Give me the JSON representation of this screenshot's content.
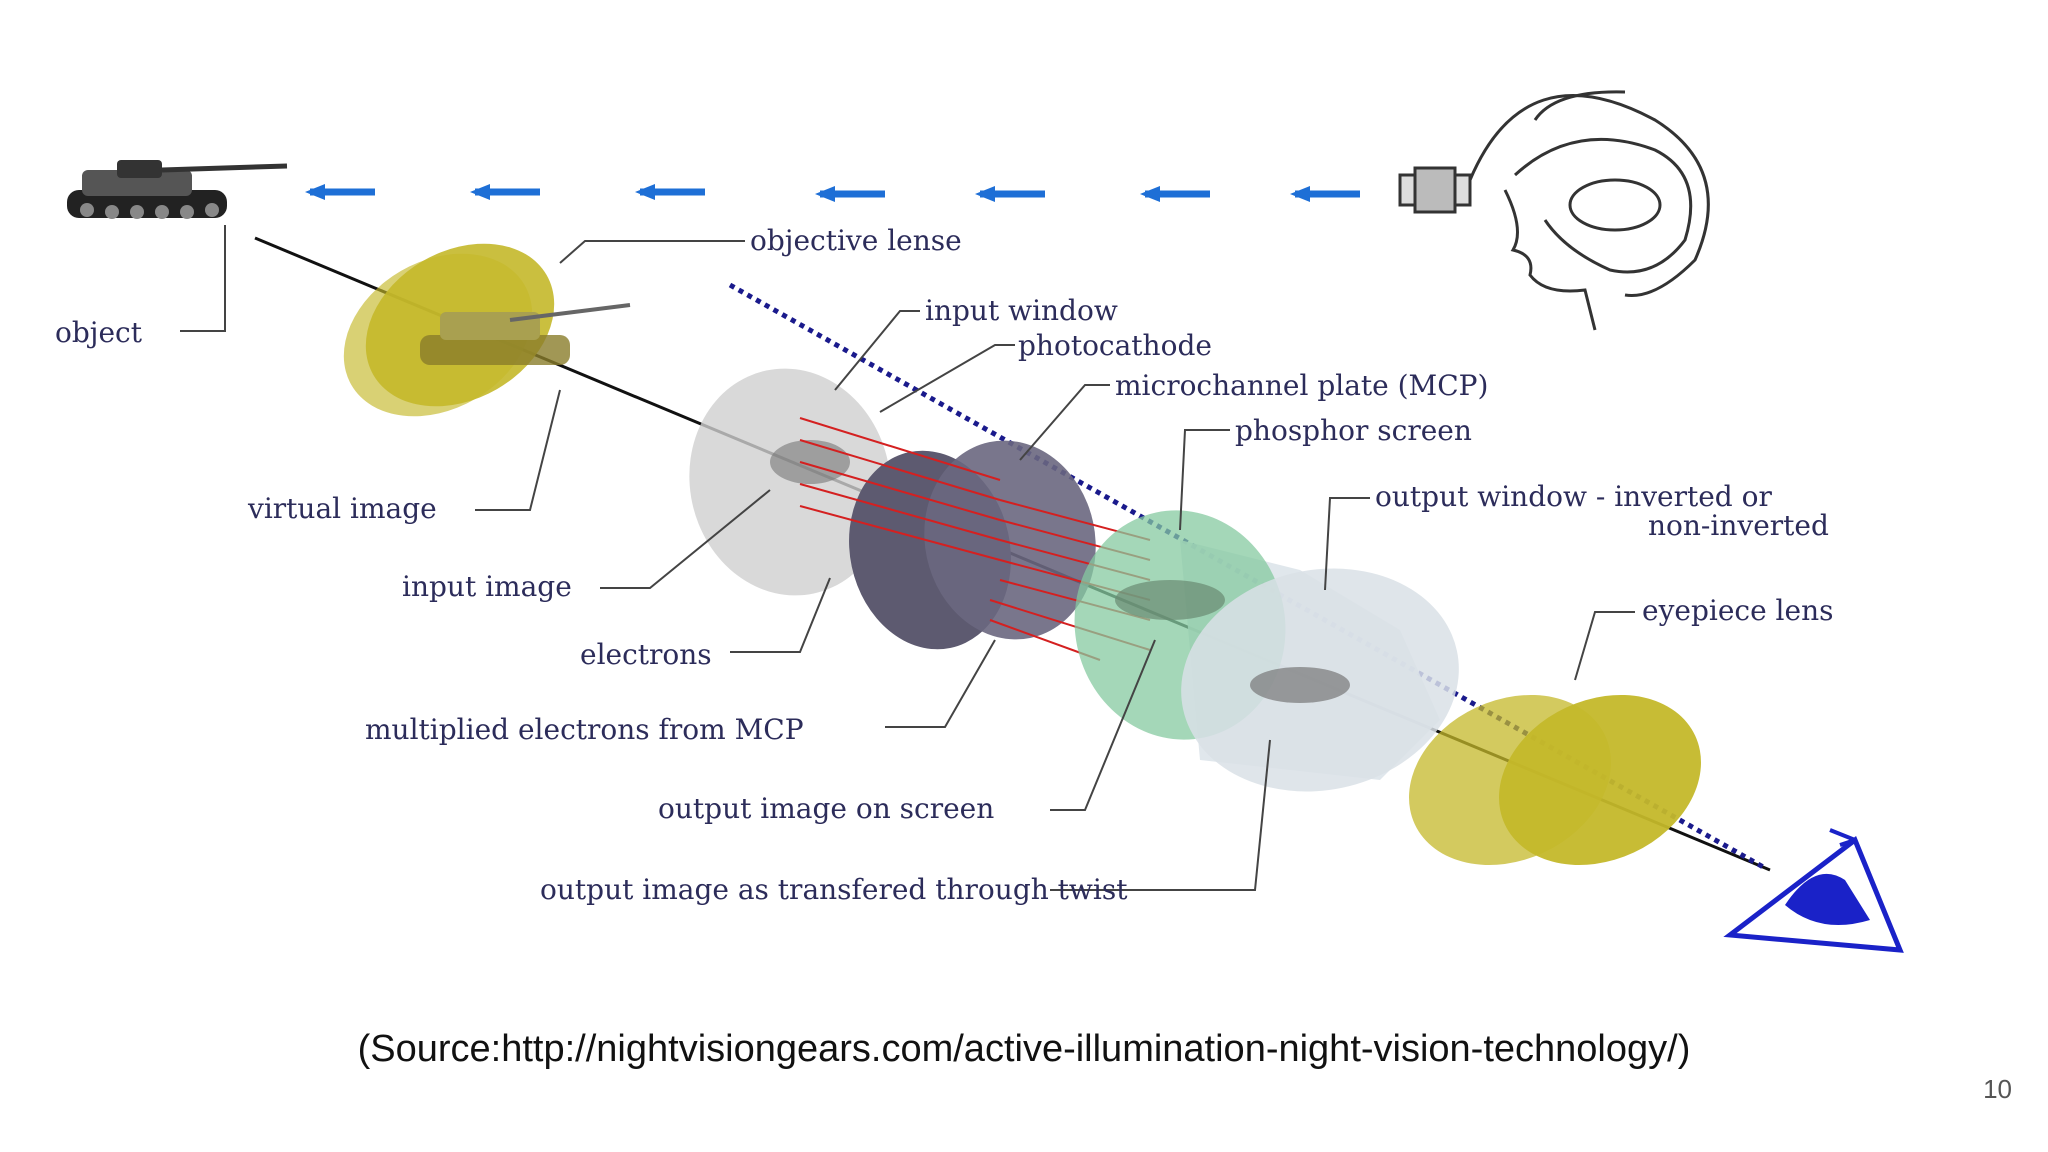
{
  "diagram": {
    "labels": {
      "object": "object",
      "objective_lense": "objective lense",
      "virtual_image": "virtual image",
      "input_window": "input window",
      "photocathode": "photocathode",
      "mcp": "microchannel plate (MCP)",
      "phosphor_screen": "phosphor screen",
      "output_window_1": "output window - inverted or",
      "output_window_2": "non-inverted",
      "input_image": "input image",
      "electrons": "electrons",
      "multiplied_electrons": "multiplied electrons from MCP",
      "output_image_screen": "output image on screen",
      "output_image_twist": "output image as transfered through twist",
      "eyepiece_lens": "eyepiece lens"
    },
    "icons": [
      "tank-icon",
      "helmet-observer-icon",
      "eye-icon"
    ],
    "colors": {
      "lens": "#c4b82a",
      "arrow": "#1e6fd6",
      "beam": "#1a1a8c",
      "electron": "#d42020",
      "eye": "#1a22c8"
    }
  },
  "footer": {
    "source": "(Source:http://nightvisiongears.com/active-illumination-night-vision-technology/)",
    "page_number": "10"
  }
}
